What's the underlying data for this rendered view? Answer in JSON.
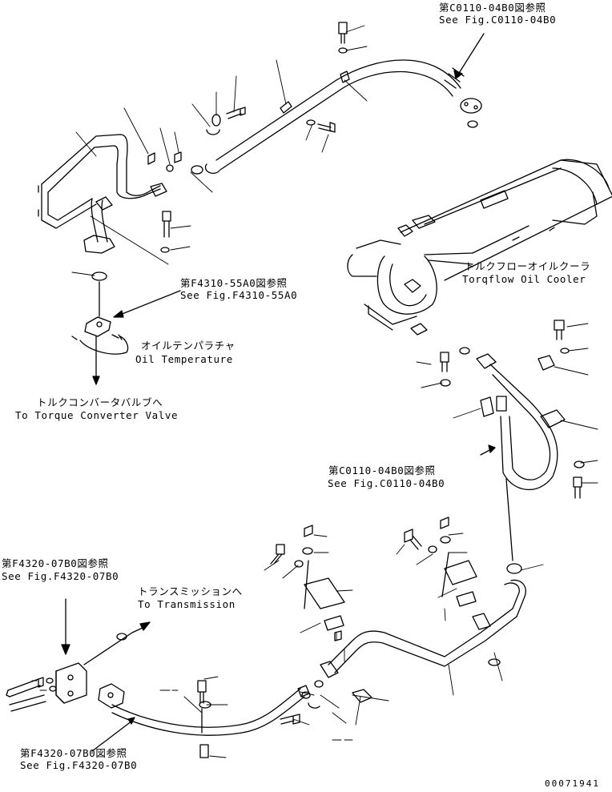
{
  "labels": {
    "ref_top_jp": "第C0110-04B0図参照",
    "ref_top_en": "See Fig.C0110-04B0",
    "cooler_jp": "トルクフローオイルクーラ",
    "cooler_en": "Torqflow Oil Cooler",
    "ref_f4310_jp": "第F4310-55A0図参照",
    "ref_f4310_en": "See Fig.F4310-55A0",
    "oiltemp_jp": "オイルテンパラチャ",
    "oiltemp_en": "Oil Temperature",
    "tcvalve_jp": "トルクコンバータバルブへ",
    "tcvalve_en": "To Torque Converter Valve",
    "ref_mid_jp": "第C0110-04B0図参照",
    "ref_mid_en": "See Fig.C0110-04B0",
    "ref_f4320a_jp": "第F4320-07B0図参照",
    "ref_f4320a_en": "See Fig.F4320-07B0",
    "trans_jp": "トランスミッションへ",
    "trans_en": "To Transmission",
    "ref_f4320b_jp": "第F4320-07B0図参照",
    "ref_f4320b_en": "See Fig.F4320-07B0",
    "drawing_no": "00071941"
  }
}
